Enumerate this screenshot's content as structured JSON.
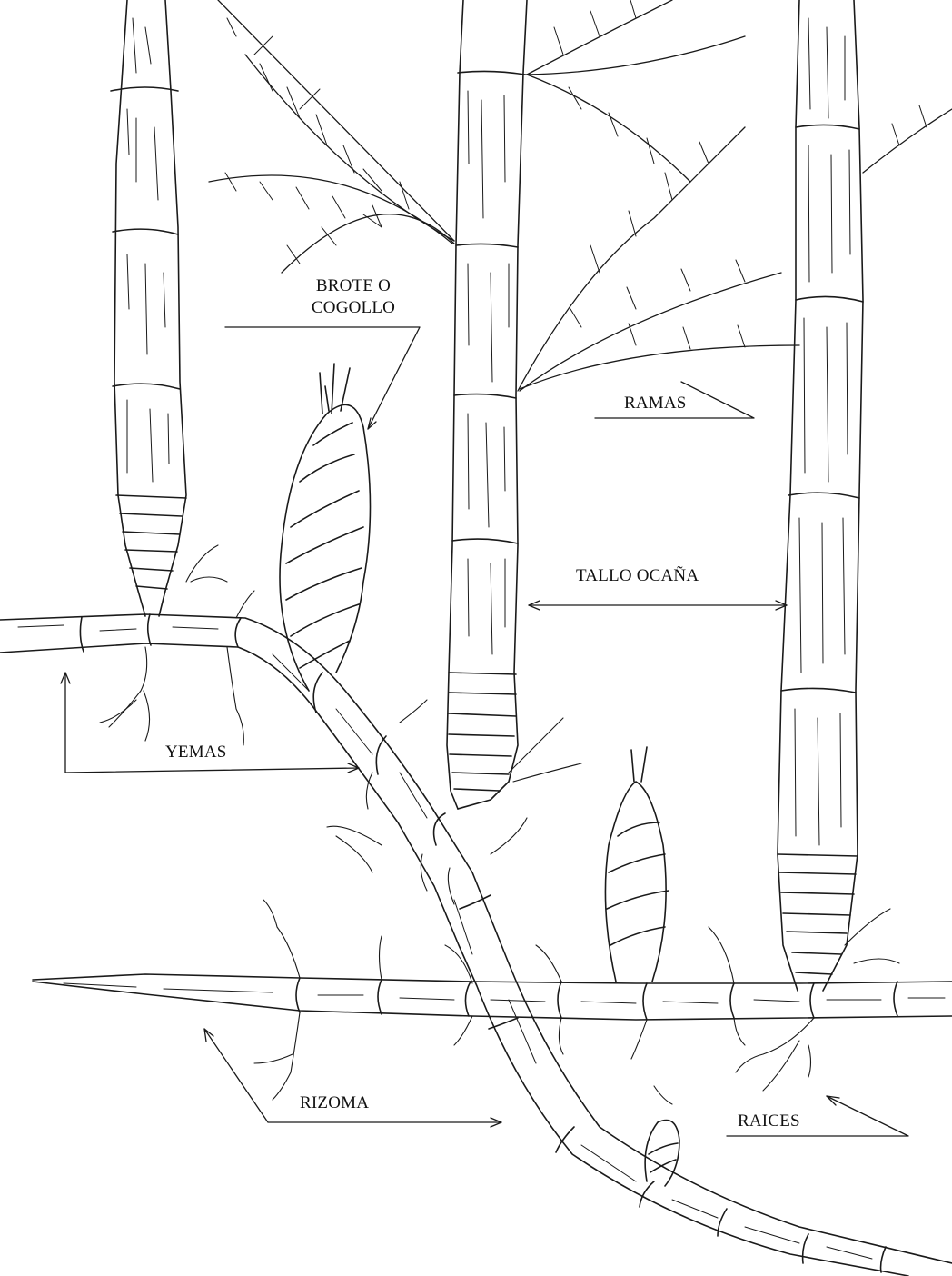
{
  "labels": {
    "brote_line1": "BROTE O",
    "brote_line2": "COGOLLO",
    "ramas": "RAMAS",
    "tallo": "TALLO OCAÑA",
    "yemas": "YEMAS",
    "rizoma": "RIZOMA",
    "raices": "RAICES"
  },
  "colors": {
    "ink": "#1a1a1a",
    "paper": "#ffffff"
  }
}
